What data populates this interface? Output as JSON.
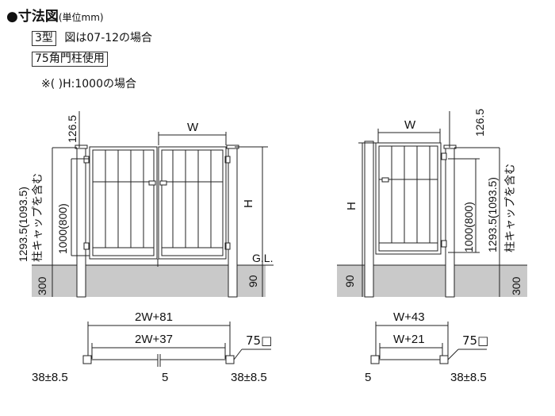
{
  "header": {
    "title": "寸法図",
    "unit": "(単位mm)",
    "type_badge": "3型",
    "type_note": "図は07-12の場合",
    "post_badge": "75角門柱使用",
    "height_note": "※(  )H:1000の場合"
  },
  "double_gate": {
    "w": "W",
    "h": "H",
    "top": "126.5",
    "overall": "1293.5(1093.5)",
    "cap_note": "柱キャップを含む",
    "panel": "1000(800)",
    "ground": "G.L.",
    "embed": "300",
    "clearance": "90",
    "outer": "2W+81",
    "inner": "2W+37",
    "post": "75□",
    "gap": "5",
    "offset_left": "38±8.5",
    "offset_right": "38±8.5"
  },
  "single_gate": {
    "w": "W",
    "h": "H",
    "top": "126.5",
    "overall": "1293.5(1093.5)",
    "cap_note": "柱キャップを含む",
    "panel": "1000(800)",
    "embed": "300",
    "clearance": "90",
    "outer": "W+43",
    "inner": "W+21",
    "post": "75□",
    "gap": "5",
    "offset": "38±8.5"
  }
}
